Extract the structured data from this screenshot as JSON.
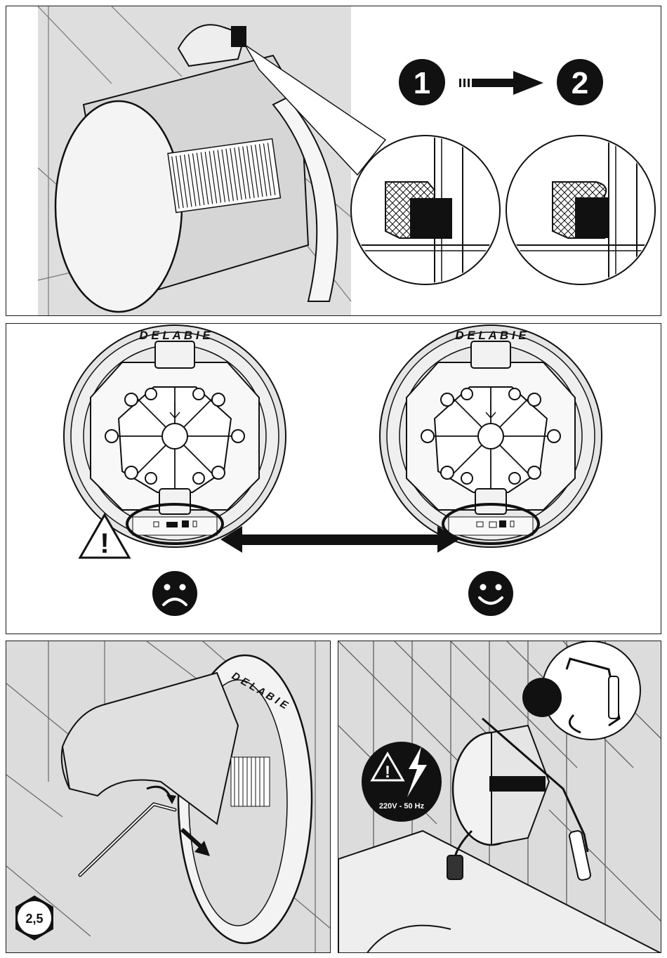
{
  "step_panel_1": {
    "step_from": "1",
    "step_to": "2"
  },
  "step_panel_2": {
    "brand_left": "D E L A B I E",
    "brand_right": "D E L A B I E",
    "warning_mark": "!"
  },
  "step_panel_3": {
    "brand_ring": "D E L A B I E",
    "hex_key_size": "2,5"
  },
  "step_panel_4": {
    "voltage_label": "220V - 50 Hz"
  },
  "colors": {
    "ink": "#111111",
    "wall_gray": "#dcdcdc",
    "line": "#1a1a1a"
  }
}
